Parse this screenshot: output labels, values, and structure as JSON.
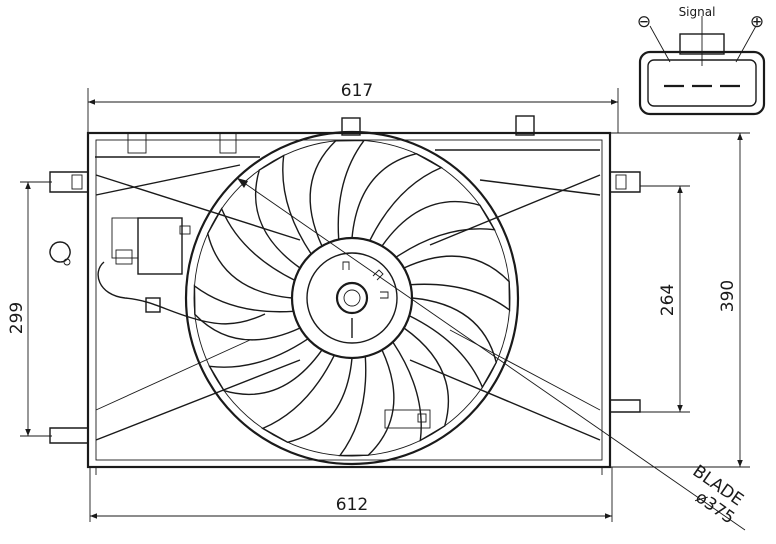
{
  "connector": {
    "negative_symbol": "⊖",
    "signal_label": "Signal",
    "positive_symbol": "⊕"
  },
  "dimensions": {
    "top_width": "617",
    "bottom_width": "612",
    "left_height": "299",
    "right_inner_height": "264",
    "right_outer_height": "390",
    "blade_label": "BLADE",
    "blade_diameter": "ø375"
  },
  "fan": {
    "blade_count": 12
  }
}
